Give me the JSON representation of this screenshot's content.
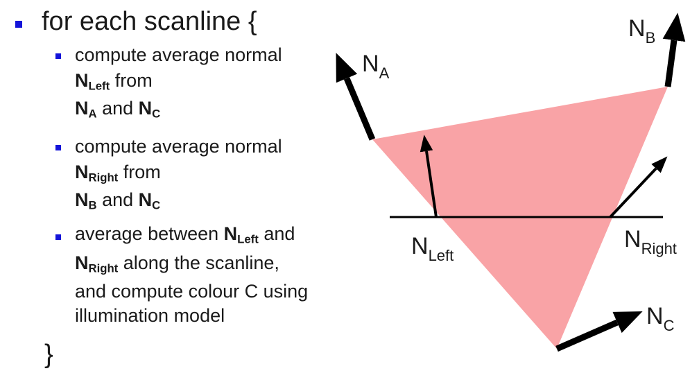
{
  "slide": {
    "loop_start": "for each scanline {",
    "loop_end": "}",
    "bullets": [
      {
        "line1": "compute average normal",
        "line2_sym": "N",
        "line2_sub": "Left",
        "line2_rest": " from",
        "line3_sym1": "N",
        "line3_sub1": "A",
        "line3_and": " and ",
        "line3_sym2": "N",
        "line3_sub2": "C"
      },
      {
        "line1": "compute average normal",
        "line2_sym": "N",
        "line2_sub": "Right",
        "line2_rest": " from",
        "line3_sym1": "N",
        "line3_sub1": "B",
        "line3_and": " and ",
        "line3_sym2": "N",
        "line3_sub2": "C"
      },
      {
        "line1_pre": "average between ",
        "line1_sym": "N",
        "line1_sub": "Left",
        "line1_post": " and",
        "line2_sym": "N",
        "line2_sub": "Right",
        "line2_rest": " along the scanline,",
        "line3": "and compute colour C using",
        "line4": "illumination model"
      }
    ]
  },
  "diagram": {
    "triangle_color": "#f9a3a6",
    "bullet_color": "#1414d9",
    "labels": {
      "na": {
        "main": "N",
        "sub": "A"
      },
      "nb": {
        "main": "N",
        "sub": "B"
      },
      "nc": {
        "main": "N",
        "sub": "C"
      },
      "nleft": {
        "main": "N",
        "sub": "Left"
      },
      "nright": {
        "main": "N",
        "sub": "Right"
      }
    }
  }
}
